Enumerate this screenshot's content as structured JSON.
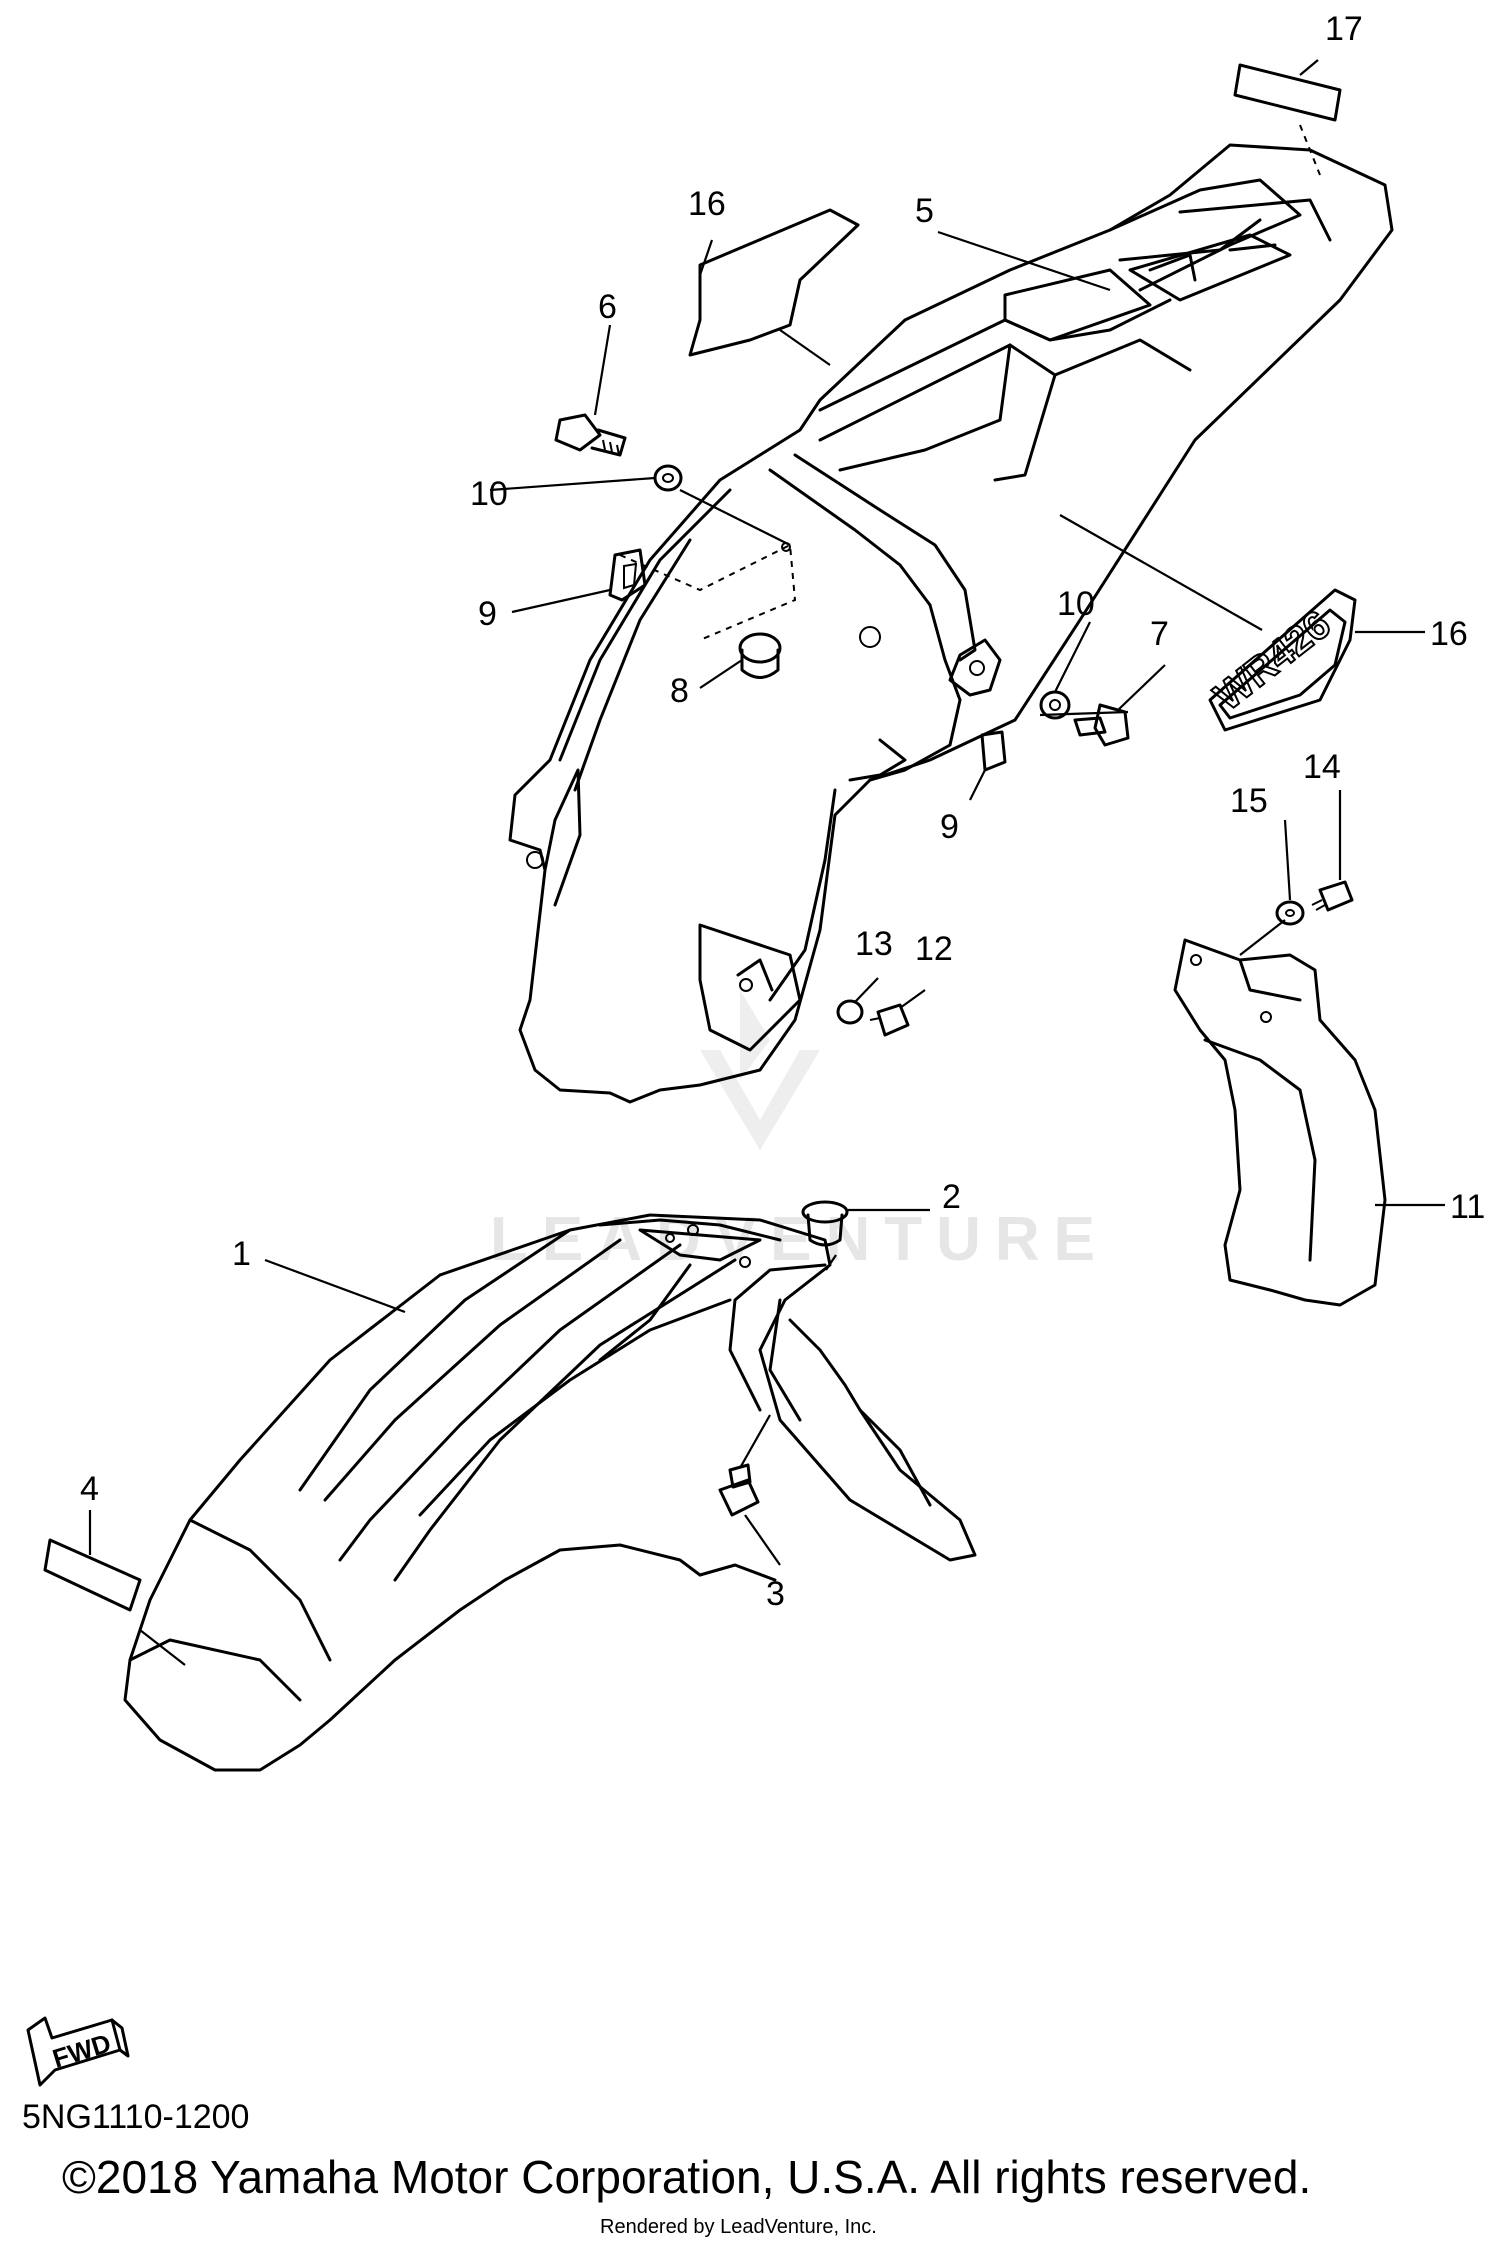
{
  "diagram": {
    "callouts": [
      "1",
      "2",
      "3",
      "4",
      "5",
      "6",
      "7",
      "8",
      "9",
      "9",
      "10",
      "10",
      "11",
      "12",
      "13",
      "14",
      "15",
      "16",
      "16",
      "17"
    ],
    "decal_text": "WR426",
    "fwd_arrow_label": "FWD",
    "watermark_text": "LEADVENTURE"
  },
  "footer": {
    "diagram_code": "5NG1110-1200",
    "copyright": "©2018 Yamaha Motor Corporation, U.S.A. All rights reserved.",
    "rendered_by": "Rendered by LeadVenture, Inc."
  }
}
